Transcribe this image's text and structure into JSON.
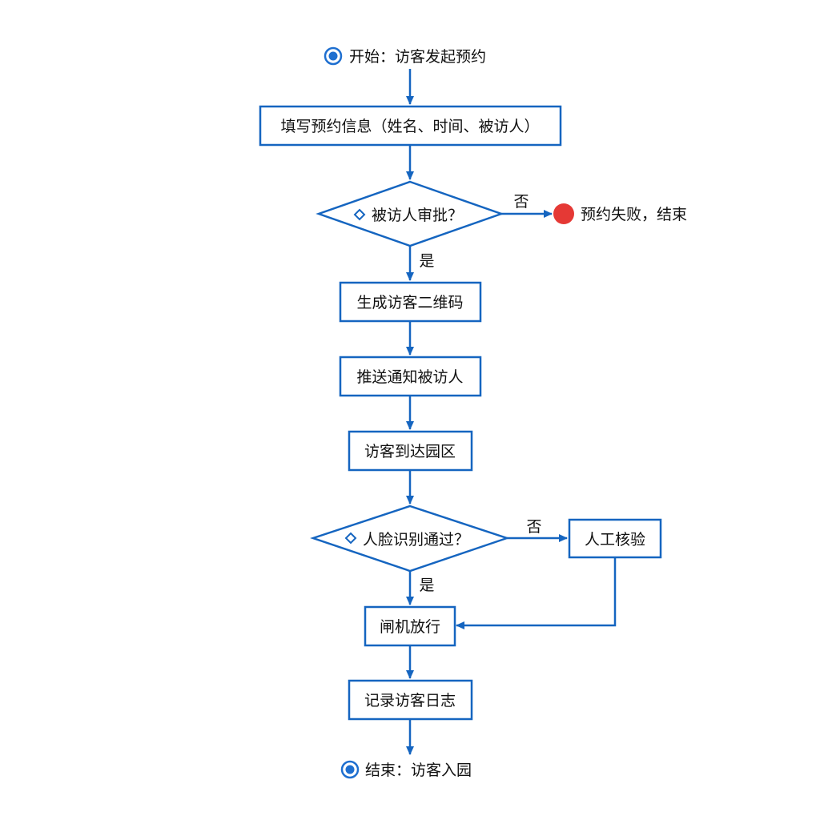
{
  "colors": {
    "stroke": "#1565c0",
    "terminal": "#1e6fd0",
    "fail": "#e53935",
    "text": "#111111",
    "background": "#ffffff"
  },
  "nodes": {
    "start": "开始：访客发起预约",
    "fill_info": "填写预约信息（姓名、时间、被访人）",
    "approval": "被访人审批？",
    "fail_end": "预约失败，结束",
    "gen_qr": "生成访客二维码",
    "notify": "推送通知被访人",
    "arrive": "访客到达园区",
    "face_check": "人脸识别通过？",
    "manual": "人工核验",
    "gate": "闸机放行",
    "log": "记录访客日志",
    "end": "结束：访客入园"
  },
  "edge_labels": {
    "approval_no": "否",
    "approval_yes": "是",
    "face_no": "否",
    "face_yes": "是"
  },
  "icons": {
    "start": "radio-circle-icon",
    "end": "radio-circle-icon",
    "fail": "red-dot-icon",
    "decision": "diamond-outline-icon"
  }
}
